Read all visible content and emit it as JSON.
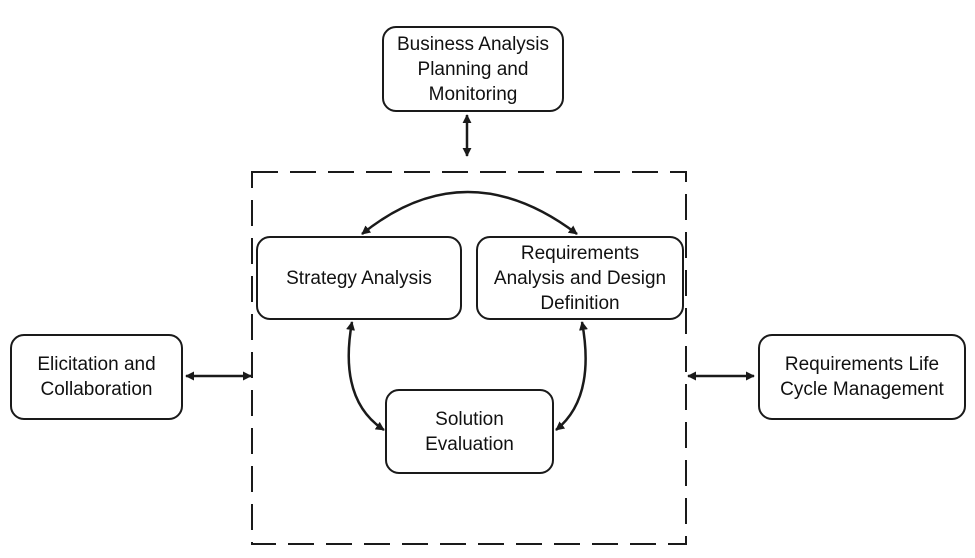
{
  "nodes": {
    "planning": "Business Analysis\nPlanning and\nMonitoring",
    "elicitation": "Elicitation and\nCollaboration",
    "strategy": "Strategy Analysis",
    "radd": "Requirements\nAnalysis and Design\nDefinition",
    "solution": "Solution\nEvaluation",
    "lifecycle": "Requirements Life\nCycle Management"
  },
  "colors": {
    "stroke": "#1a1a1a",
    "background": "#ffffff"
  }
}
